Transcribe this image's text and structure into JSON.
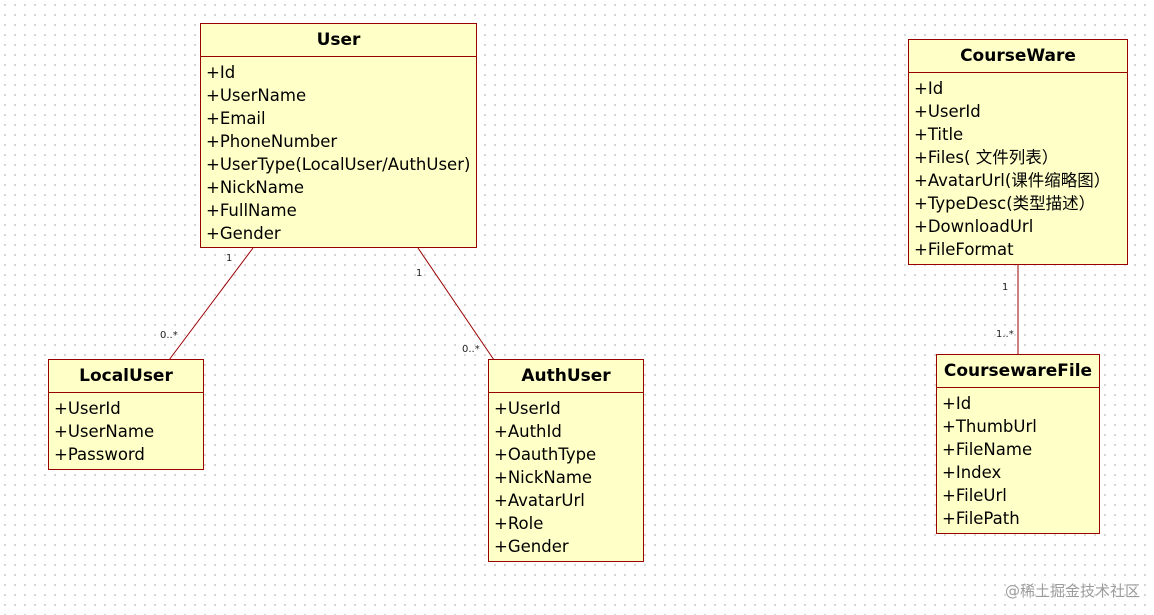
{
  "classes": {
    "user": {
      "name": "User",
      "attrs": [
        "+Id",
        "+UserName",
        "+Email",
        "+PhoneNumber",
        "+UserType(LocalUser/AuthUser)",
        "+NickName",
        "+FullName",
        "+Gender"
      ]
    },
    "local_user": {
      "name": "LocalUser",
      "attrs": [
        "+UserId",
        "+UserName",
        "+Password"
      ]
    },
    "auth_user": {
      "name": "AuthUser",
      "attrs": [
        "+UserId",
        "+AuthId",
        "+OauthType",
        "+NickName",
        "+AvatarUrl",
        "+Role",
        "+Gender"
      ]
    },
    "course_ware": {
      "name": "CourseWare",
      "attrs": [
        "+Id",
        "+UserId",
        "+Title",
        "+Files( 文件列表）",
        "+AvatarUrl(课件缩略图）",
        "+TypeDesc(类型描述）",
        "+DownloadUrl",
        "+FileFormat"
      ]
    },
    "courseware_file": {
      "name": "CoursewareFile",
      "attrs": [
        "+Id",
        "+ThumbUrl",
        "+FileName",
        "+Index",
        "+FileUrl",
        "+FilePath"
      ]
    }
  },
  "associations": {
    "user_local": {
      "from": "User",
      "to": "LocalUser",
      "from_mult": "1",
      "to_mult": "0..*"
    },
    "user_auth": {
      "from": "User",
      "to": "AuthUser",
      "from_mult": "1",
      "to_mult": "0..*"
    },
    "course_file": {
      "from": "CourseWare",
      "to": "CoursewareFile",
      "from_mult": "1",
      "to_mult": "1..*"
    }
  },
  "colors": {
    "fill": "#ffffc8",
    "border": "#990000",
    "line": "#990000"
  },
  "watermark": "@稀土掘金技术社区"
}
